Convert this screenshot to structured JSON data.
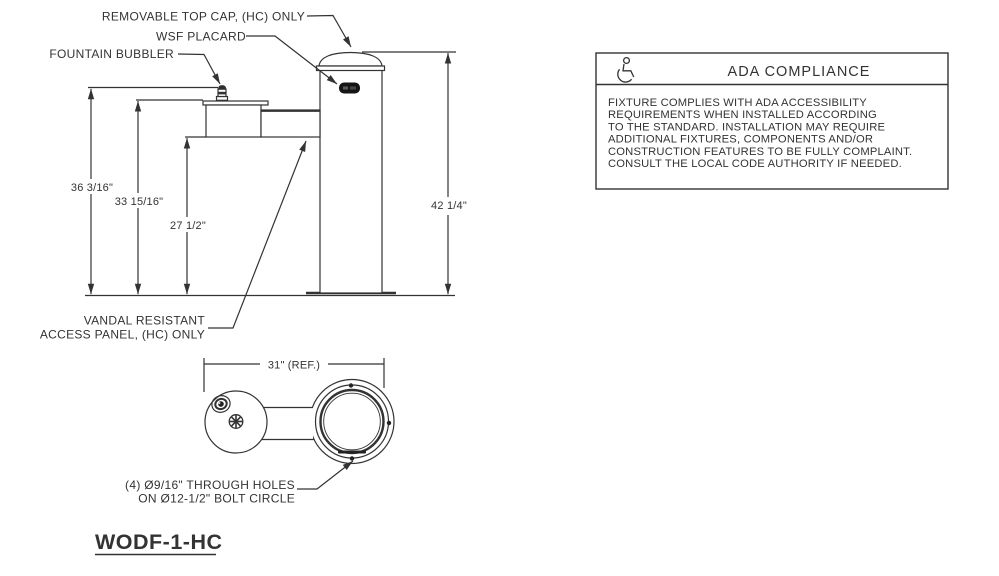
{
  "drawing_title": "WODF-1-HC",
  "side_view": {
    "callouts": {
      "removable_top_cap": "REMOVABLE TOP CAP, (HC) ONLY",
      "wsf_placard": "WSF PLACARD",
      "fountain_bubbler": "FOUNTAIN BUBBLER",
      "vandal_panel_line1": "VANDAL RESISTANT",
      "vandal_panel_line2": "ACCESS PANEL, (HC) ONLY"
    },
    "dimensions": {
      "bubbler_height": "36 3/16\"",
      "bowl_rim_height": "33 15/16\"",
      "bowl_underside_height": "27 1/2\"",
      "overall_height": "42 1/4\""
    }
  },
  "plan_view": {
    "dimensions": {
      "overall_depth": "31\" (REF.)"
    },
    "callouts": {
      "through_holes_line1": "(4) Ø9/16\" THROUGH HOLES",
      "through_holes_line2": "ON Ø12-1/2\" BOLT CIRCLE"
    }
  },
  "ada_box": {
    "icon": "wheelchair-accessibility-icon",
    "title": "ADA COMPLIANCE",
    "body": [
      "FIXTURE COMPLIES WITH ADA ACCESSIBILITY",
      "REQUIREMENTS WHEN INSTALLED ACCORDING",
      "TO THE STANDARD. INSTALLATION MAY REQUIRE",
      "ADDITIONAL FIXTURES, COMPONENTS AND/OR",
      "CONSTRUCTION FEATURES TO BE FULLY COMPLAINT.",
      "CONSULT THE LOCAL CODE AUTHORITY IF NEEDED."
    ]
  },
  "colors": {
    "line": "#333333",
    "background": "#ffffff",
    "placard_fill": "#151515"
  }
}
